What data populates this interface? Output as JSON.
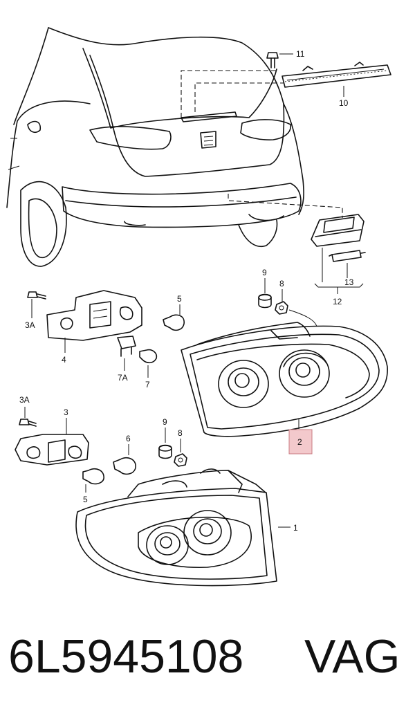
{
  "callouts": {
    "c1": "1",
    "c2": "2",
    "c3": "3",
    "c3a_top": "3A",
    "c3a_bottom": "3A",
    "c4": "4",
    "c5_top": "5",
    "c5_bottom": "5",
    "c6": "6",
    "c7": "7",
    "c7a": "7A",
    "c8_top": "8",
    "c8_bottom": "8",
    "c9_top": "9",
    "c9_bottom": "9",
    "c10": "10",
    "c11": "11",
    "c12": "12",
    "c13": "13"
  },
  "highlight_color": "#f3c9cc",
  "highlight_border": "#c87b82",
  "footer": {
    "part_number": "6L5945108",
    "brand": "VAG"
  }
}
